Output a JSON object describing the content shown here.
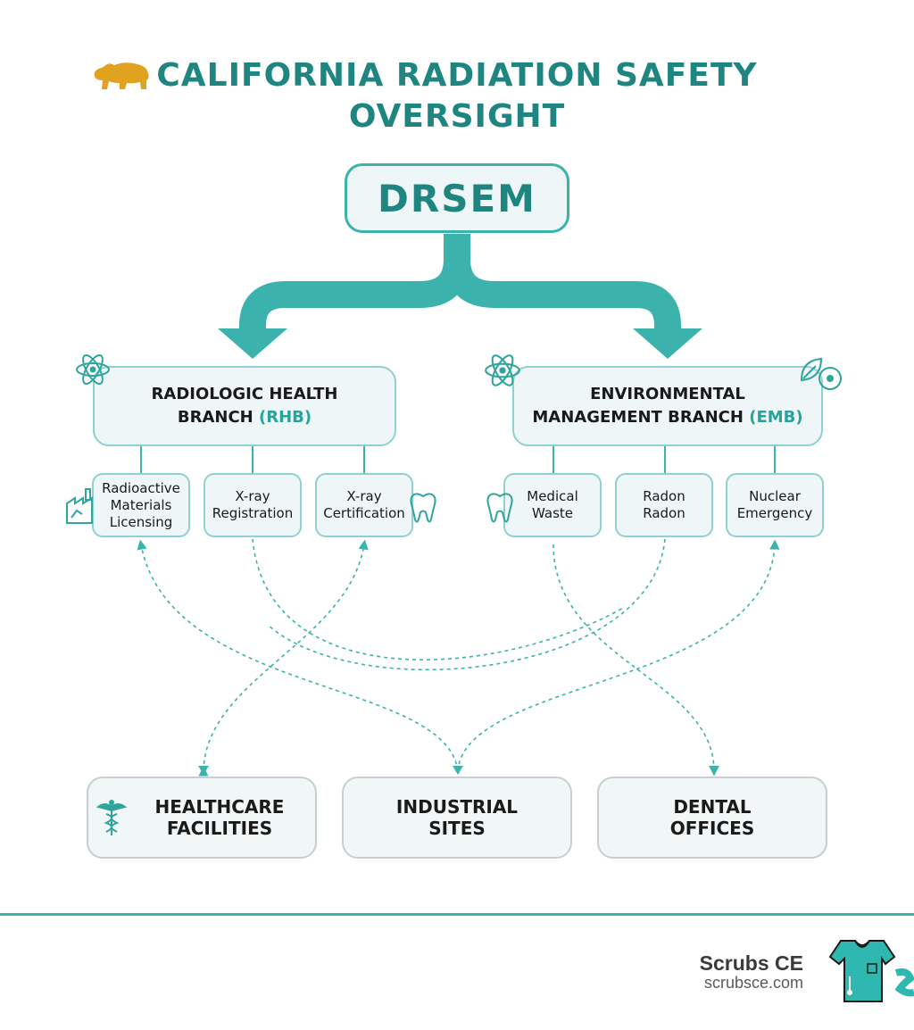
{
  "title": {
    "line1": "CALIFORNIA RADIATION SAFETY",
    "line2": "OVERSIGHT"
  },
  "root": {
    "label": "DRSEM"
  },
  "branches": [
    {
      "name_line1": "RADIOLOGIC HEALTH",
      "name_line2": "BRANCH",
      "abbr": "(RHB)"
    },
    {
      "name_line1": "ENVIRONMENTAL",
      "name_line2": "MANAGEMENT BRANCH",
      "abbr": "(EMB)"
    }
  ],
  "units": [
    {
      "lines": [
        "Radioactive",
        "Materials",
        "Licensing"
      ]
    },
    {
      "lines": [
        "X-ray",
        "Registration"
      ]
    },
    {
      "lines": [
        "X-ray",
        "Certification"
      ]
    },
    {
      "lines": [
        "Medical",
        "Waste"
      ]
    },
    {
      "lines": [
        "Radon",
        "Radon"
      ]
    },
    {
      "lines": [
        "Nuclear",
        "Emergency"
      ]
    }
  ],
  "sectors": [
    {
      "line1": "HEALTHCARE",
      "line2": "FACILITIES"
    },
    {
      "line1": "INDUSTRIAL",
      "line2": "SITES"
    },
    {
      "line1": "DENTAL",
      "line2": "OFFICES"
    }
  ],
  "brand": {
    "name": "Scrubs CE",
    "url": "scrubsce.com"
  },
  "colors": {
    "teal": "#3bb3ac",
    "title_teal": "#1e8580",
    "bear_gold": "#e0a21f"
  },
  "icons": [
    "bear-icon",
    "atom-icon",
    "leaf-icon",
    "factory-icon",
    "tooth-icon",
    "caduceus-icon",
    "scrubs-shirt-icon"
  ]
}
